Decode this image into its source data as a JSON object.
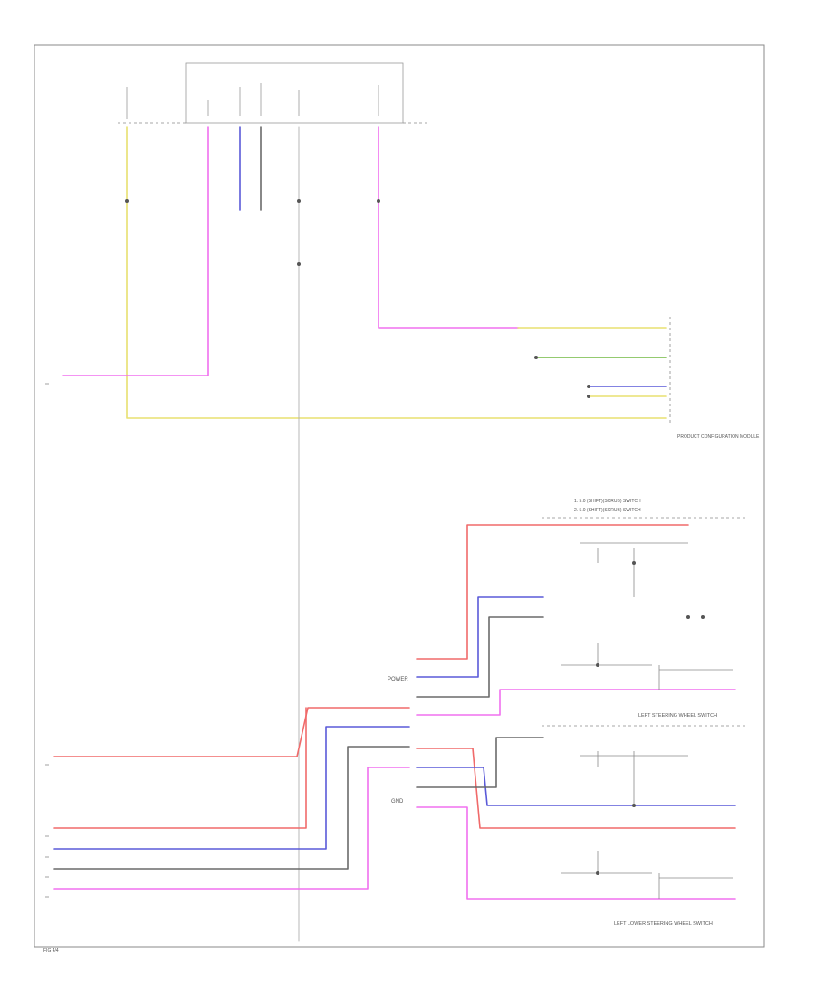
{
  "colors": {
    "yellow": "#e8e070",
    "pink": "#f070ef",
    "blue": "#5a5ad8",
    "red": "#f06a6a",
    "gray": "#5a5a5a",
    "green": "#70b840",
    "frame": "#8a8a8a"
  },
  "labels": {
    "power_label": "POWER",
    "gnd_label": "GND",
    "left_steering_switch": "LEFT STEERING WHEEL SWITCH",
    "left_lower_steering_switch": "LEFT LOWER STEERING WHEEL SWITCH",
    "clockspring_header_1": "1. 5.0 (SHIFT)(SCRUB) SWITCH",
    "clockspring_header_2": "2. 5.0 (SHIFT)(SCRUB) SWITCH",
    "module_bottom_label": "PRODUCT CONFIGURATION MODULE",
    "fig_number": "FIG 4/4"
  }
}
